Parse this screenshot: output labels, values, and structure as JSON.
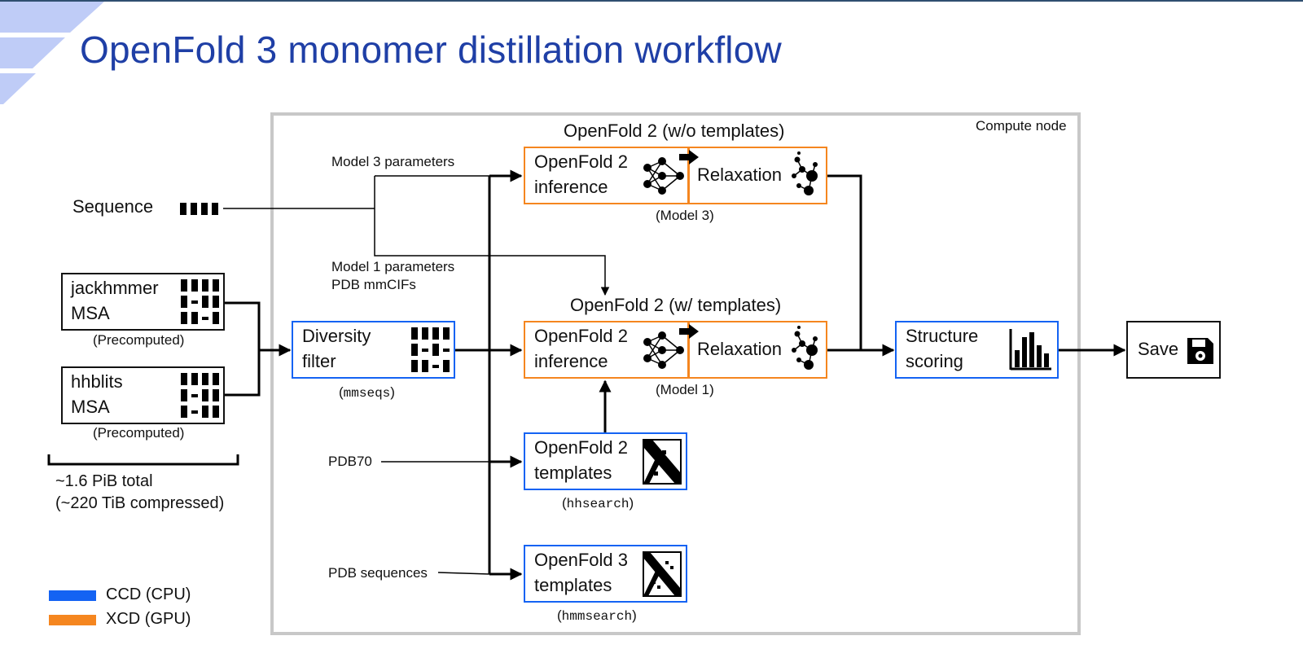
{
  "title": "OpenFold 3 monomer distillation workflow",
  "compute_node_label": "Compute node",
  "sequence_label": "Sequence",
  "inputs": {
    "jackhmmer": {
      "line1": "jackhmmer",
      "line2": "MSA",
      "caption": "(Precomputed)"
    },
    "hhblits": {
      "line1": "hhblits",
      "line2": "MSA",
      "caption": "(Precomputed)"
    },
    "total_line1": "~1.6 PiB total",
    "total_line2": "(~220 TiB compressed)"
  },
  "diversity_filter": {
    "line1": "Diversity",
    "line2": "filter",
    "caption_open": "(",
    "caption_tool": "mmseqs",
    "caption_close": ")"
  },
  "params": {
    "model3": "Model 3 parameters",
    "model1": "Model 1 parameters",
    "pdb_mmcifs": "PDB mmCIFs",
    "pdb70": "PDB70",
    "pdb_sequences": "PDB sequences"
  },
  "of2_no_templates": {
    "header": "OpenFold 2 (w/o templates)",
    "inference_line1": "OpenFold 2",
    "inference_line2": "inference",
    "relaxation": "Relaxation",
    "caption": "(Model 3)"
  },
  "of2_with_templates": {
    "header": "OpenFold 2 (w/ templates)",
    "inference_line1": "OpenFold 2",
    "inference_line2": "inference",
    "relaxation": "Relaxation",
    "caption": "(Model 1)"
  },
  "of2_templates": {
    "line1": "OpenFold 2",
    "line2": "templates",
    "caption_open": "(",
    "caption_tool": "hhsearch",
    "caption_close": ")"
  },
  "of3_templates": {
    "line1": "OpenFold 3",
    "line2": "templates",
    "caption_open": "(",
    "caption_tool": "hmmsearch",
    "caption_close": ")"
  },
  "structure_scoring": {
    "line1": "Structure",
    "line2": "scoring"
  },
  "save": {
    "label": "Save"
  },
  "legend": [
    {
      "label": "CCD (CPU)",
      "color": "#1463f3"
    },
    {
      "label": "XCD (GPU)",
      "color": "#f5861f"
    }
  ],
  "colors": {
    "title": "#1f3fa6",
    "cpu": "#1463f3",
    "gpu": "#f5861f",
    "compute_node_border": "#c8c8c8"
  },
  "icons": [
    "msa-grid-icon",
    "neural-network-icon",
    "molecule-icon",
    "bar-chart-icon",
    "floppy-disk-icon",
    "template-matrix-icon"
  ]
}
